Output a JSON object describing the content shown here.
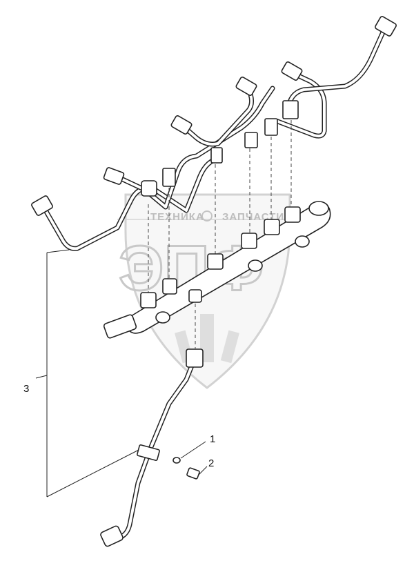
{
  "callouts": [
    {
      "id": "1",
      "label": "1"
    },
    {
      "id": "2",
      "label": "2"
    },
    {
      "id": "3",
      "label": "3"
    }
  ],
  "watermark": {
    "left_text": "ТЕХНИКА",
    "right_text": "ЗАПЧАСТИ",
    "logo_text": "ЭПФ"
  },
  "colors": {
    "line": "#222222",
    "watermark": "#c8c8c8",
    "background": "#ffffff"
  }
}
